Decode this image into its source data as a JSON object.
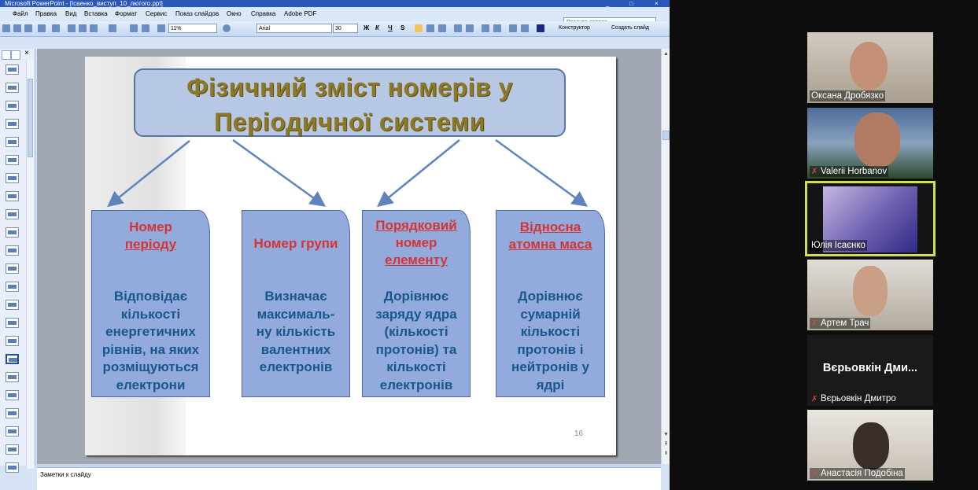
{
  "window": {
    "title": "Microsoft PowerPoint - [Ісаенко_виступ_10_лютого.ppt]",
    "min_label": "_",
    "max_label": "□",
    "close_label": "×"
  },
  "menu": [
    "Файл",
    "Правка",
    "Вид",
    "Вставка",
    "Формат",
    "Сервис",
    "Показ слайдов",
    "Окно",
    "Справка",
    "Adobe PDF"
  ],
  "help_search": {
    "placeholder": "Введите вопрос"
  },
  "toolbar": {
    "zoom": "11%",
    "font": "Arial",
    "size": "30",
    "bold": "Ж",
    "italic": "К",
    "underline": "Ч",
    "shadow": "S",
    "designer": "Конструктор",
    "new_slide": "Создать слайд"
  },
  "slide": {
    "title_line1": "Фізичний зміст номерів у",
    "title_line2": "Періодичної системи",
    "number": "16",
    "cards": [
      {
        "head": [
          "Номер",
          "періоду"
        ],
        "body": [
          "Відповідає",
          "кількості",
          "енергетичних",
          "рівнів, на яких",
          "розміщуються",
          "електрони"
        ]
      },
      {
        "head": [
          "Номер групи"
        ],
        "body": [
          "Визначає",
          "максималь-",
          "ну кількість",
          "валентних",
          "електронів"
        ]
      },
      {
        "head": [
          "Порядковий",
          "номер",
          "елементу"
        ],
        "body": [
          "Дорівнює",
          "заряду ядра",
          "(кількості",
          "протонів) та",
          "кількості",
          "електронів"
        ]
      },
      {
        "head": [
          "Відносна",
          "атомна маса"
        ],
        "body": [
          "Дорівнює",
          "сумарній",
          "кількості",
          "протонів і",
          "нейтронів у",
          "ядрі"
        ]
      }
    ]
  },
  "notes": {
    "placeholder": "Заметки к слайду"
  },
  "participants": [
    {
      "name": "Оксана Дробязко",
      "muted": false,
      "bg": "#b9b3a6"
    },
    {
      "name": "Valerii Horbanov",
      "muted": true,
      "bg": "#6a83a4"
    },
    {
      "name": "Юлія Ісаєнко",
      "muted": false,
      "bg": "#8f7bb8",
      "active": true
    },
    {
      "name": "Артем Трач",
      "muted": true,
      "bg": "#c9c4bb"
    },
    {
      "name": "Вєрьовкін Дмитро",
      "muted": true,
      "video_off": true,
      "big_label": "Вєрьовкін Дми..."
    },
    {
      "name": "Анастасія Подобіна",
      "muted": true,
      "bg": "#d8d3cd"
    }
  ]
}
